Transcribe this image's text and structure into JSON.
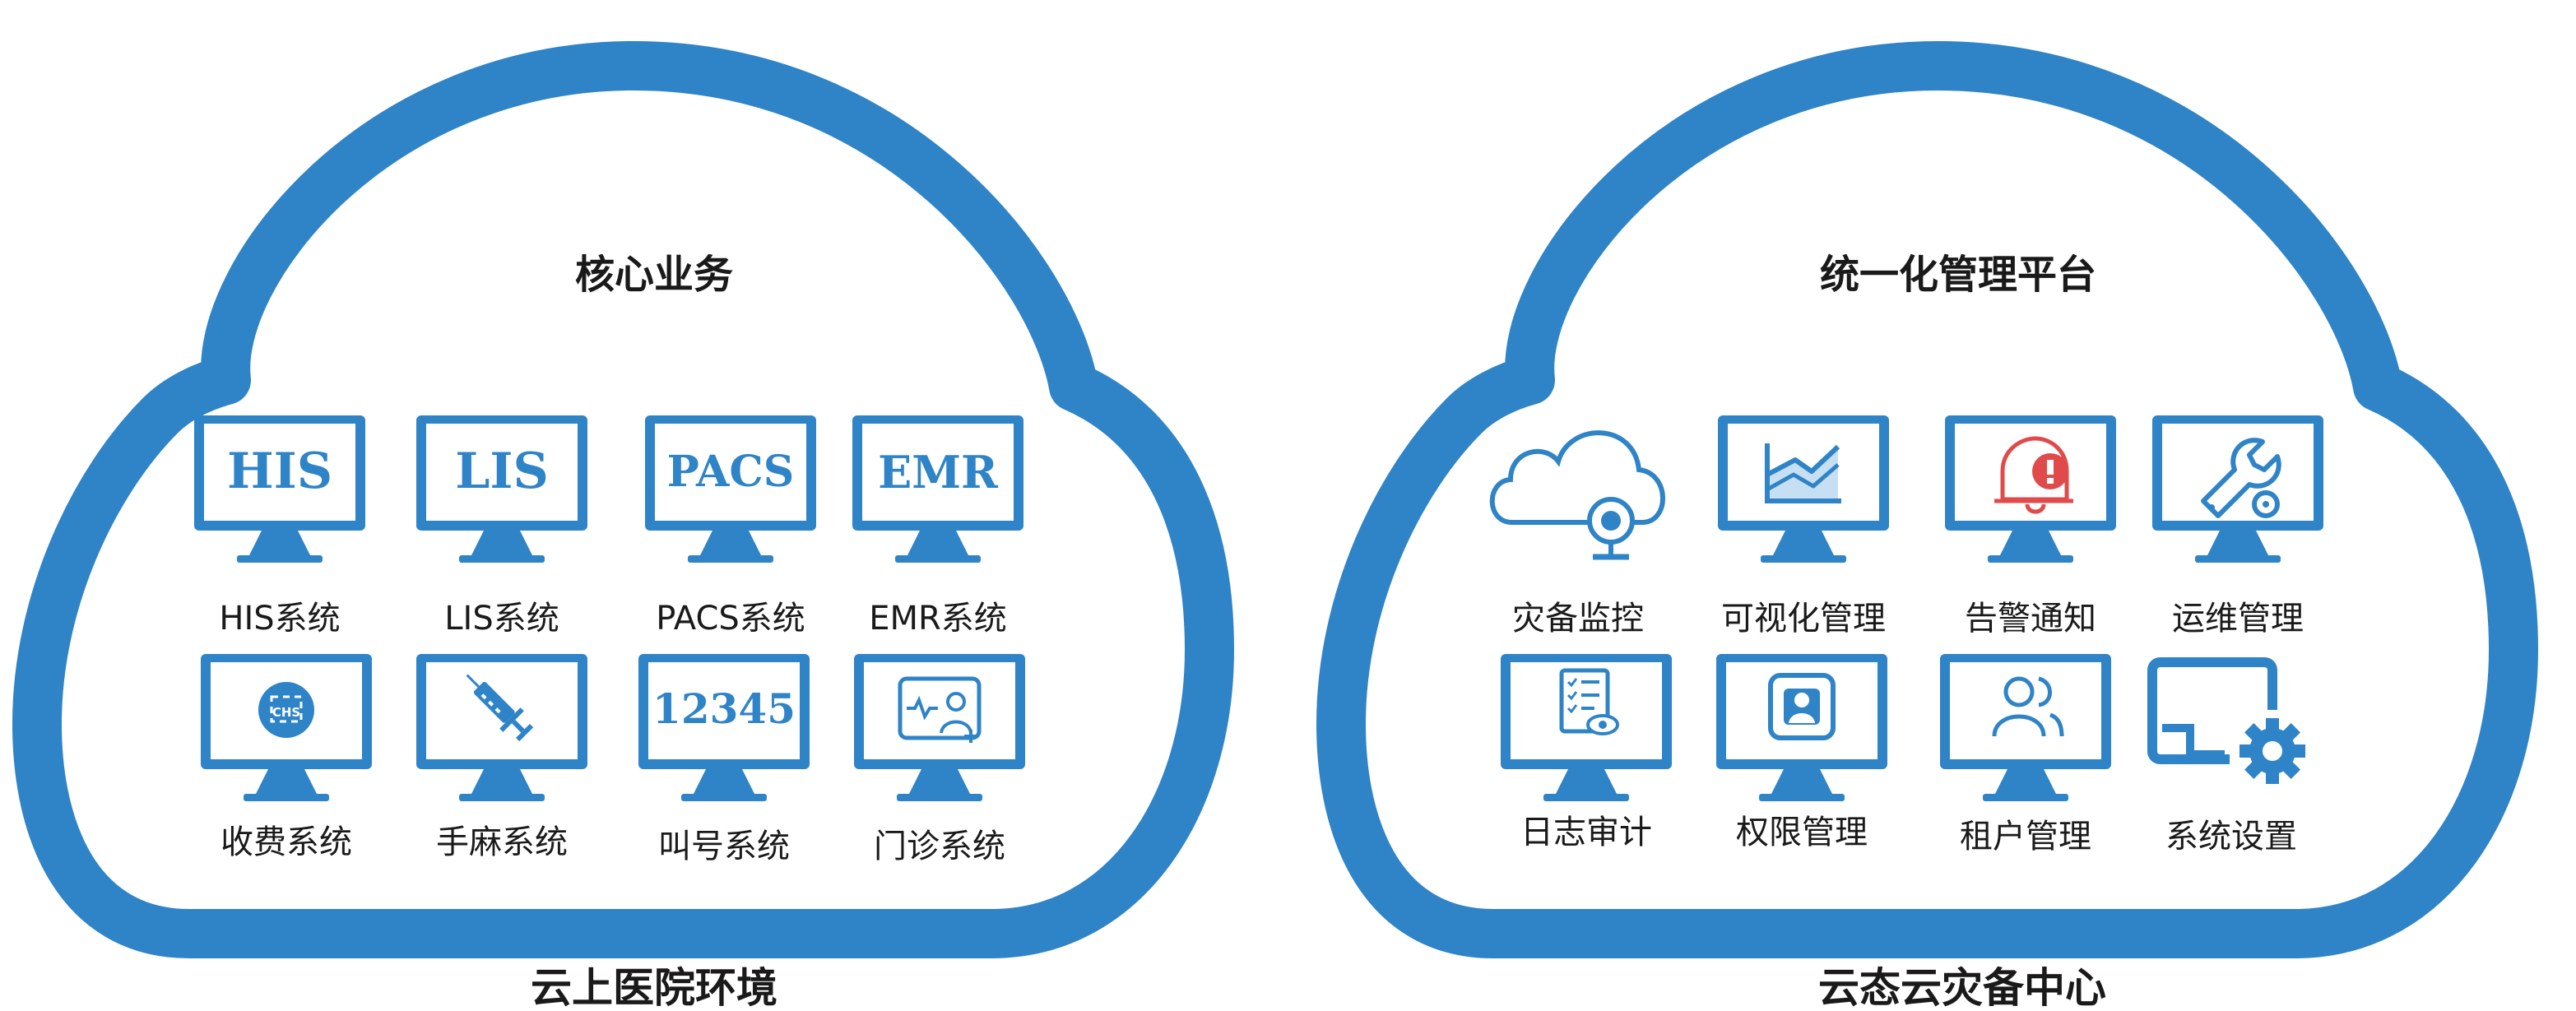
{
  "colors": {
    "cloud_border": "#2f84c7",
    "icon_blue": "#2f84c7",
    "alert_red": "#e04a4a",
    "text": "#1a1a1a"
  },
  "left": {
    "title": "核心业务",
    "caption": "云上医院环境",
    "items": [
      {
        "label": "HIS系统",
        "screen_text": "HIS",
        "icon": "monitor-icon"
      },
      {
        "label": "LIS系统",
        "screen_text": "LIS",
        "icon": "monitor-icon"
      },
      {
        "label": "PACS系统",
        "screen_text": "PACS",
        "icon": "monitor-icon"
      },
      {
        "label": "EMR系统",
        "screen_text": "EMR",
        "icon": "monitor-icon"
      },
      {
        "label": "收费系统",
        "screen_text": "CHS",
        "icon": "chs-badge-icon"
      },
      {
        "label": "手麻系统",
        "screen_text": "",
        "icon": "syringe-icon"
      },
      {
        "label": "叫号系统",
        "screen_text": "12345",
        "icon": "monitor-icon"
      },
      {
        "label": "门诊系统",
        "screen_text": "",
        "icon": "doctor-card-icon"
      }
    ]
  },
  "right": {
    "title": "统一化管理平台",
    "caption": "云态云灾备中心",
    "items": [
      {
        "label": "灾备监控",
        "icon": "cloud-camera-icon"
      },
      {
        "label": "可视化管理",
        "icon": "chart-icon"
      },
      {
        "label": "告警通知",
        "icon": "alarm-bell-icon"
      },
      {
        "label": "运维管理",
        "icon": "wrench-icon"
      },
      {
        "label": "日志审计",
        "icon": "log-checklist-icon"
      },
      {
        "label": "权限管理",
        "icon": "user-lock-icon"
      },
      {
        "label": "租户管理",
        "icon": "users-icon"
      },
      {
        "label": "系统设置",
        "icon": "gear-icon"
      }
    ]
  }
}
